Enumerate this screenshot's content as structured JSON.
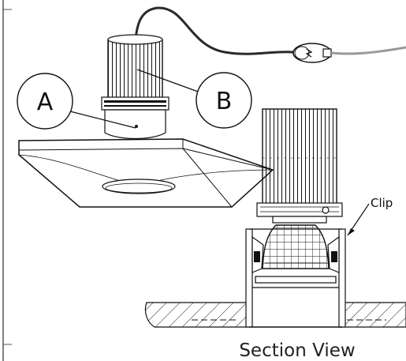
{
  "labels": {
    "a": "A",
    "b": "B",
    "clip": "Clip",
    "caption": "Section View"
  },
  "colors": {
    "line": "#111111",
    "cable": "#2a2a2a",
    "cable_grey": "#999999",
    "frame_border": "#555555"
  }
}
